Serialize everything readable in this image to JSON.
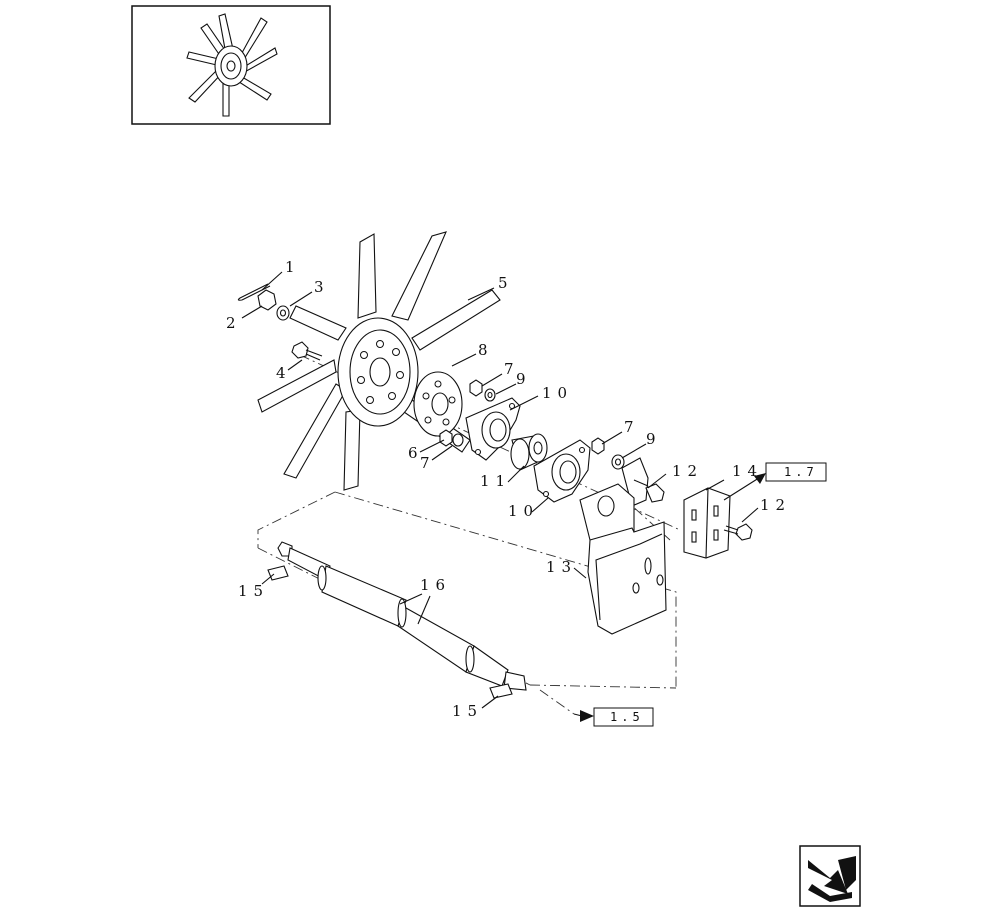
{
  "thumbnail": {
    "icon": "fan-thumbnail-icon"
  },
  "callouts": {
    "c1": "1",
    "c2": "2",
    "c3": "3",
    "c4": "4",
    "c5": "5",
    "c6": "6",
    "c7a": "7",
    "c7b": "7",
    "c7c": "7",
    "c8": "8",
    "c9a": "9",
    "c9b": "9",
    "c10a": "10",
    "c10b": "10",
    "c11": "11",
    "c12a": "12",
    "c12b": "12",
    "c13": "13",
    "c14": "14",
    "c15a": "15",
    "c15b": "15",
    "c16": "16"
  },
  "references": {
    "ref_right": "1.7",
    "ref_bottom": "1.5"
  },
  "navigation": {
    "icon": "next-page-arrow-icon"
  }
}
